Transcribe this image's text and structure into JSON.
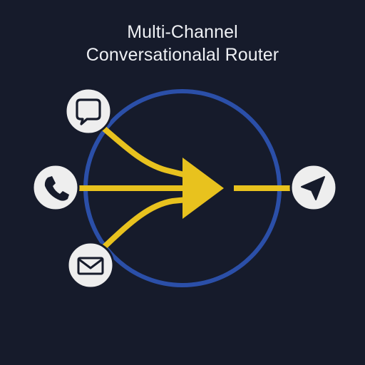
{
  "title": {
    "line1": "Multi-Channel",
    "line2": "Conversationalal Router"
  },
  "diagram": {
    "inputs": [
      {
        "id": "chat",
        "icon": "chat-bubble-icon"
      },
      {
        "id": "phone",
        "icon": "phone-icon"
      },
      {
        "id": "email",
        "icon": "envelope-icon"
      }
    ],
    "output": {
      "id": "send",
      "icon": "send-arrow-icon"
    },
    "hub": {
      "shape": "ring"
    }
  },
  "colors": {
    "background": "#161b2b",
    "ring": "#2b4fa8",
    "flow": "#e8c21e",
    "node_fill": "#eeeeee",
    "node_stroke": "#161b2b",
    "icon": "#161b2b",
    "title": "#eef0f4"
  }
}
